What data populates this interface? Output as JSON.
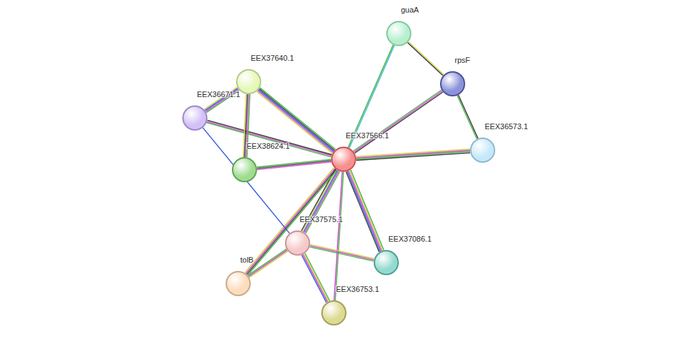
{
  "diagram": {
    "nodes": [
      {
        "text": [
          "guaA"
        ]
      },
      {
        "text": [
          "EEX37640.1"
        ]
      },
      {
        "text": [
          "rpsF"
        ]
      },
      {
        "text": [
          "EEX36671.1"
        ]
      },
      {
        "text": [
          "EEX36573.1"
        ]
      },
      {
        "text": [
          "EEX37566.1"
        ]
      },
      {
        "text": [
          "EEX38624.1"
        ]
      },
      {
        "text": [
          "EEX37575.1"
        ]
      },
      {
        "text": [
          "EEX37086.1"
        ]
      },
      {
        "text": [
          "tolB"
        ]
      },
      {
        "text": [
          "EEX36753.1"
        ]
      }
    ],
    "edges": [
      {
        "from": 5,
        "to": 0,
        "arrow": "none"
      },
      {
        "from": 5,
        "to": 2,
        "arrow": "none"
      },
      {
        "from": 5,
        "to": 4,
        "arrow": "none"
      },
      {
        "from": 5,
        "to": 1,
        "arrow": "none"
      },
      {
        "from": 5,
        "to": 3,
        "arrow": "none"
      },
      {
        "from": 5,
        "to": 6,
        "arrow": "none"
      },
      {
        "from": 5,
        "to": 7,
        "arrow": "none"
      },
      {
        "from": 5,
        "to": 9,
        "arrow": "none"
      },
      {
        "from": 5,
        "to": 10,
        "arrow": "none"
      },
      {
        "from": 5,
        "to": 8,
        "arrow": "none"
      },
      {
        "from": 0,
        "to": 2,
        "arrow": "none"
      },
      {
        "from": 2,
        "to": 4,
        "arrow": "none"
      },
      {
        "from": 1,
        "to": 3,
        "arrow": "none"
      },
      {
        "from": 1,
        "to": 6,
        "arrow": "none"
      },
      {
        "from": 3,
        "to": 7,
        "arrow": "none"
      },
      {
        "from": 7,
        "to": 9,
        "arrow": "none"
      },
      {
        "from": 7,
        "to": 10,
        "arrow": "none"
      },
      {
        "from": 7,
        "to": 8,
        "arrow": "none"
      }
    ]
  }
}
